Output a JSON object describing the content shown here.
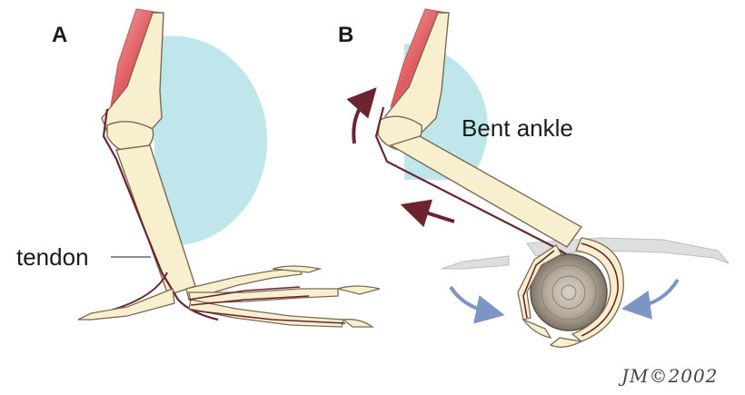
{
  "panels": {
    "a": {
      "label": "A"
    },
    "b": {
      "label": "B"
    }
  },
  "labels": {
    "tendon": "tendon",
    "bent_ankle": "Bent ankle"
  },
  "signature": "JM©2002",
  "colors": {
    "bone": "#f8efcf",
    "bone_outline": "#7a6a55",
    "muscle": "#e05a5e",
    "tendon": "#6b2430",
    "joint_circle": "#bfe6ea",
    "ghost_foot": "#d9d9d9",
    "arrow_dark": "#6b2430",
    "arrow_blue": "#7b95c4",
    "perch_wood": "#9a9084"
  },
  "icons": {
    "tendon_arrow_up": "curved-arrow-icon",
    "tendon_arrow_left": "arrow-left-icon",
    "grip_arrow_left": "curved-arrow-icon",
    "grip_arrow_right": "curved-arrow-icon"
  }
}
